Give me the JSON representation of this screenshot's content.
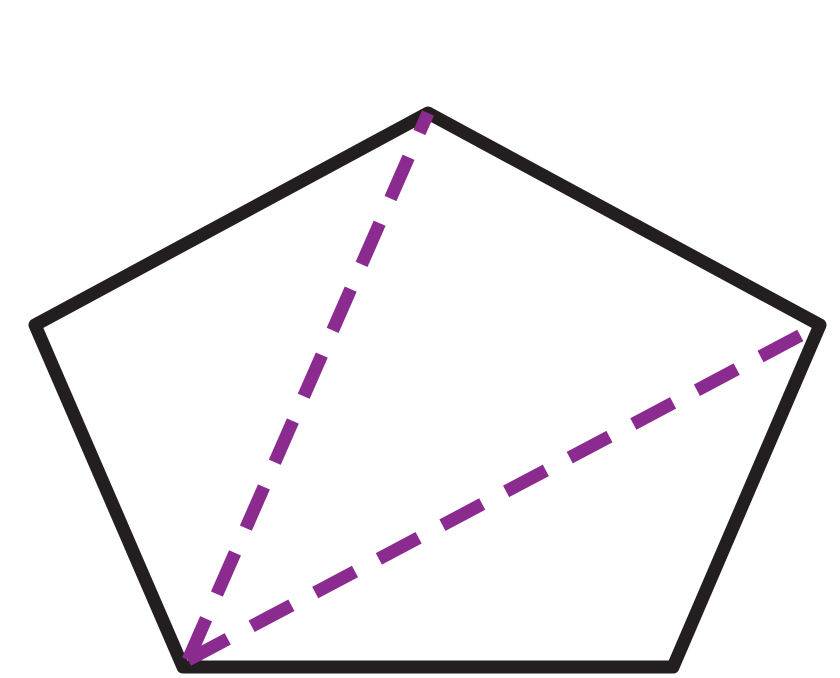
{
  "figure": {
    "shape": "pentagon",
    "diagonals_from_vertex": "bottom-left",
    "diagonal_count": 2,
    "colors": {
      "background": "#ffffff",
      "outline": "#231f20",
      "diagonal": "#8b2b8f"
    }
  }
}
